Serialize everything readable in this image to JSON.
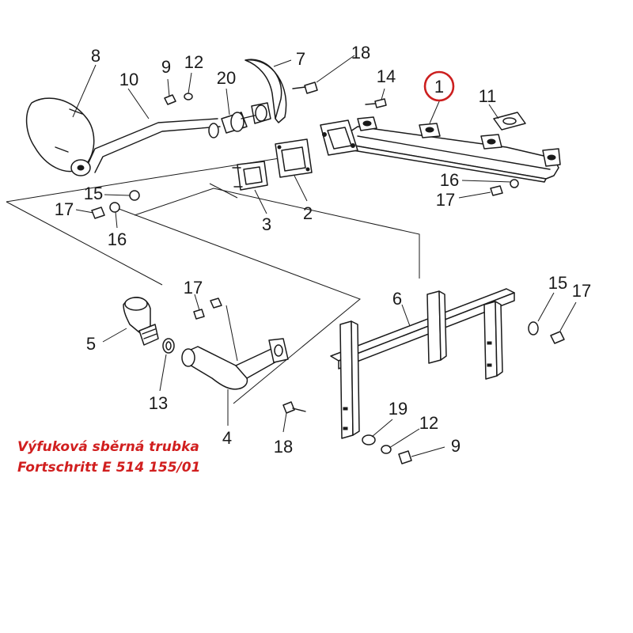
{
  "callouts": {
    "c1": "1",
    "c2": "2",
    "c3": "3",
    "c4": "4",
    "c5": "5",
    "c6": "6",
    "c7": "7",
    "c8": "8",
    "c9a": "9",
    "c9b": "9",
    "c10": "10",
    "c11": "11",
    "c12a": "12",
    "c12b": "12",
    "c13": "13",
    "c14": "14",
    "c15a": "15",
    "c15b": "15",
    "c16a": "16",
    "c16b": "16",
    "c17a": "17",
    "c17b": "17",
    "c17c": "17",
    "c17d": "17",
    "c18a": "18",
    "c18b": "18",
    "c19": "19",
    "c20": "20"
  },
  "caption": {
    "line1": "Výfuková sběrná trubka",
    "line2": "Fortschritt E 514 155/01"
  },
  "colors": {
    "highlight": "#cc1f1f",
    "caption": "#d11f1f",
    "drawing": "#1a1a1a"
  },
  "highlighted_part": "1"
}
